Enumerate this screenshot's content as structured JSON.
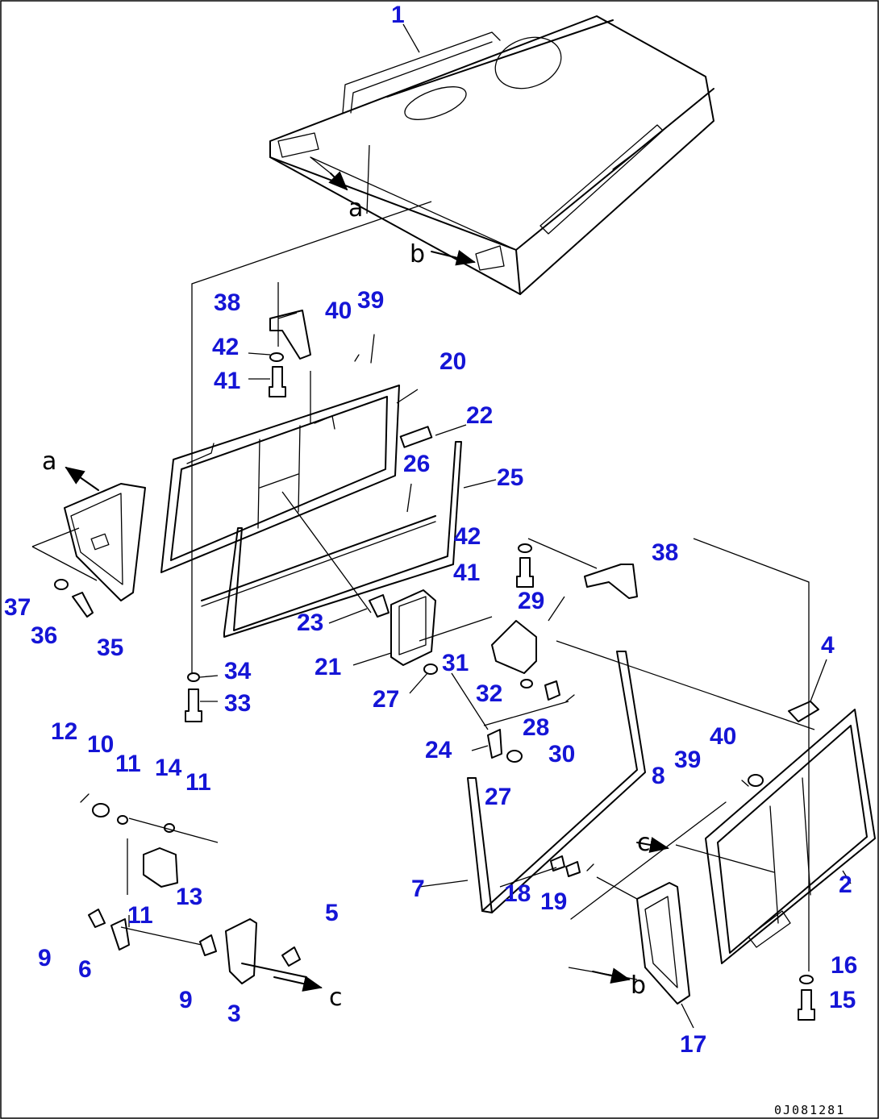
{
  "diagram": {
    "drawing_code": "0J081281",
    "callouts": [
      {
        "id": "c1",
        "label": "1"
      },
      {
        "id": "c2",
        "label": "2"
      },
      {
        "id": "c3",
        "label": "3"
      },
      {
        "id": "c4",
        "label": "4"
      },
      {
        "id": "c5",
        "label": "5"
      },
      {
        "id": "c6",
        "label": "6"
      },
      {
        "id": "c7",
        "label": "7"
      },
      {
        "id": "c8",
        "label": "8"
      },
      {
        "id": "c9a",
        "label": "9"
      },
      {
        "id": "c9b",
        "label": "9"
      },
      {
        "id": "c10",
        "label": "10"
      },
      {
        "id": "c11a",
        "label": "11"
      },
      {
        "id": "c11b",
        "label": "11"
      },
      {
        "id": "c11c",
        "label": "11"
      },
      {
        "id": "c12",
        "label": "12"
      },
      {
        "id": "c13",
        "label": "13"
      },
      {
        "id": "c14",
        "label": "14"
      },
      {
        "id": "c15",
        "label": "15"
      },
      {
        "id": "c16",
        "label": "16"
      },
      {
        "id": "c17",
        "label": "17"
      },
      {
        "id": "c18",
        "label": "18"
      },
      {
        "id": "c19",
        "label": "19"
      },
      {
        "id": "c20",
        "label": "20"
      },
      {
        "id": "c21",
        "label": "21"
      },
      {
        "id": "c22",
        "label": "22"
      },
      {
        "id": "c23",
        "label": "23"
      },
      {
        "id": "c24",
        "label": "24"
      },
      {
        "id": "c25",
        "label": "25"
      },
      {
        "id": "c26",
        "label": "26"
      },
      {
        "id": "c27a",
        "label": "27"
      },
      {
        "id": "c27b",
        "label": "27"
      },
      {
        "id": "c28",
        "label": "28"
      },
      {
        "id": "c29",
        "label": "29"
      },
      {
        "id": "c30",
        "label": "30"
      },
      {
        "id": "c31",
        "label": "31"
      },
      {
        "id": "c32",
        "label": "32"
      },
      {
        "id": "c33",
        "label": "33"
      },
      {
        "id": "c34",
        "label": "34"
      },
      {
        "id": "c35",
        "label": "35"
      },
      {
        "id": "c36",
        "label": "36"
      },
      {
        "id": "c37",
        "label": "37"
      },
      {
        "id": "c38a",
        "label": "38"
      },
      {
        "id": "c38b",
        "label": "38"
      },
      {
        "id": "c39a",
        "label": "39"
      },
      {
        "id": "c39b",
        "label": "39"
      },
      {
        "id": "c40a",
        "label": "40"
      },
      {
        "id": "c40b",
        "label": "40"
      },
      {
        "id": "c41a",
        "label": "41"
      },
      {
        "id": "c41b",
        "label": "41"
      },
      {
        "id": "c42a",
        "label": "42"
      },
      {
        "id": "c42b",
        "label": "42"
      }
    ],
    "reference_marks": [
      {
        "id": "ra1",
        "label": "a"
      },
      {
        "id": "ra2",
        "label": "a"
      },
      {
        "id": "rb1",
        "label": "b"
      },
      {
        "id": "rb2",
        "label": "b"
      },
      {
        "id": "rc1",
        "label": "c"
      },
      {
        "id": "rc2",
        "label": "c"
      }
    ]
  }
}
